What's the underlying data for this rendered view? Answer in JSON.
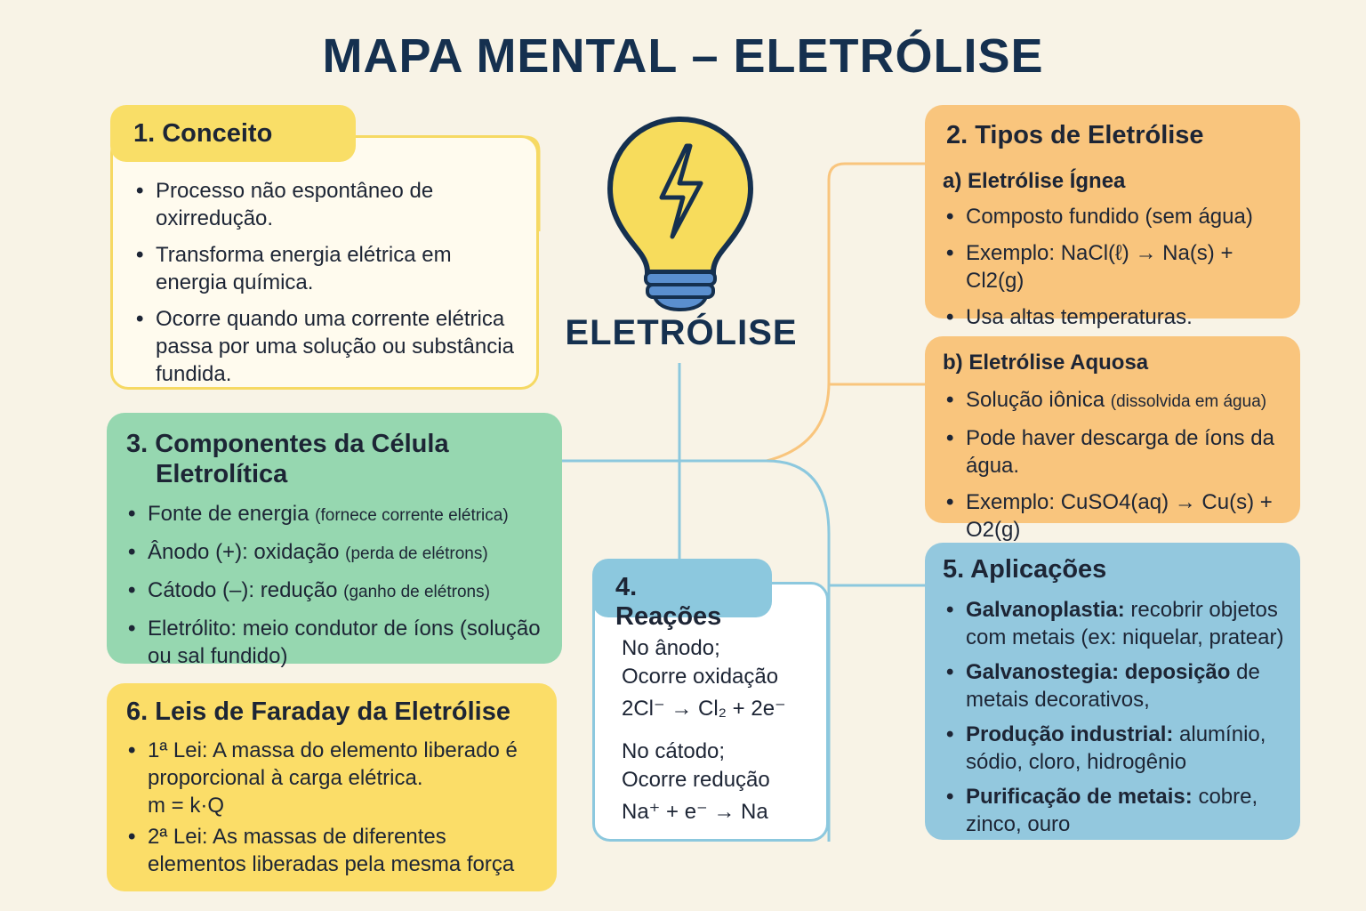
{
  "title": "MAPA MENTAL – ELETRÓLISE",
  "center_label": "ELETRÓLISE",
  "colors": {
    "yellow": "#f9de67",
    "orange": "#f9c57d",
    "green": "#96d7b0",
    "blue": "#8cc8de",
    "navy": "#15304f",
    "background": "#f8f3e6"
  },
  "center_icon": "lightbulb-lightning-icon",
  "conceito": {
    "title": "1. Conceito",
    "items": [
      "Processo não espontâneo de oxirredução.",
      "Transforma energia elétrica em energia química.",
      "Ocorre quando uma corrente elétrica passa por uma solução ou substância fundida."
    ]
  },
  "tipos": {
    "title": "2. Tipos de Eletrólise",
    "ignea": {
      "subtitle": "a) Eletrólise Ígnea",
      "items": [
        "Composto fundido (sem água)",
        "Exemplo: NaCl(ℓ) → Na(s) + Cl2(g)",
        "Usa altas temperaturas."
      ]
    },
    "aquosa": {
      "subtitle": "b) Eletrólise Aquosa",
      "items": [
        "Solução iônica",
        "(dissolvida em água)",
        "Pode haver descarga de íons da água.",
        "Exemplo: CuSO4(aq) → Cu(s) + O2(g)"
      ]
    }
  },
  "componentes": {
    "title_line1": "3. Componentes da Célula",
    "title_line2": "Eletrolítica",
    "items": [
      {
        "main": "Fonte de energia",
        "note": "(fornece corrente elétrica)"
      },
      {
        "main": "Ânodo (+): oxidação",
        "note": "(perda de elétrons)"
      },
      {
        "main": "Cátodo (–): redução",
        "note": "(ganho de elétrons)"
      },
      {
        "main": "Eletrólito: meio condutor de íons (solução ou sal fundido)",
        "note": ""
      }
    ]
  },
  "reacoes": {
    "title": "4. Reações",
    "anodo_label": "No ânodo;",
    "anodo_desc": "Ocorre oxidação",
    "anodo_eq": "2Cl⁻ → Cl₂ + 2e⁻",
    "catodo_label": "No cátodo;",
    "catodo_desc": "Ocorre redução",
    "catodo_eq": "Na⁺ + e⁻ → Na"
  },
  "aplicacoes": {
    "title": "5. Aplicações",
    "items": [
      {
        "term": "Galvanoplastia:",
        "desc": "recobrir objetos com metais (ex: niquelar, pratear)"
      },
      {
        "term": "Galvanostegia: deposição",
        "desc": "de metais decorativos,"
      },
      {
        "term": "Produção industrial:",
        "desc": "alumínio, sódio, cloro, hidrogênio"
      },
      {
        "term": "Purificação de metais:",
        "desc": "cobre, zinco, ouro"
      }
    ]
  },
  "faraday": {
    "title": "6. Leis de Faraday da Eletrólise",
    "lei1": "1ª Lei: A massa do elemento liberado é proporcional à carga elétrica.",
    "formula": "m = k·Q",
    "lei2": "2ª Lei: As massas de diferentes elementos liberadas pela mesma força"
  }
}
